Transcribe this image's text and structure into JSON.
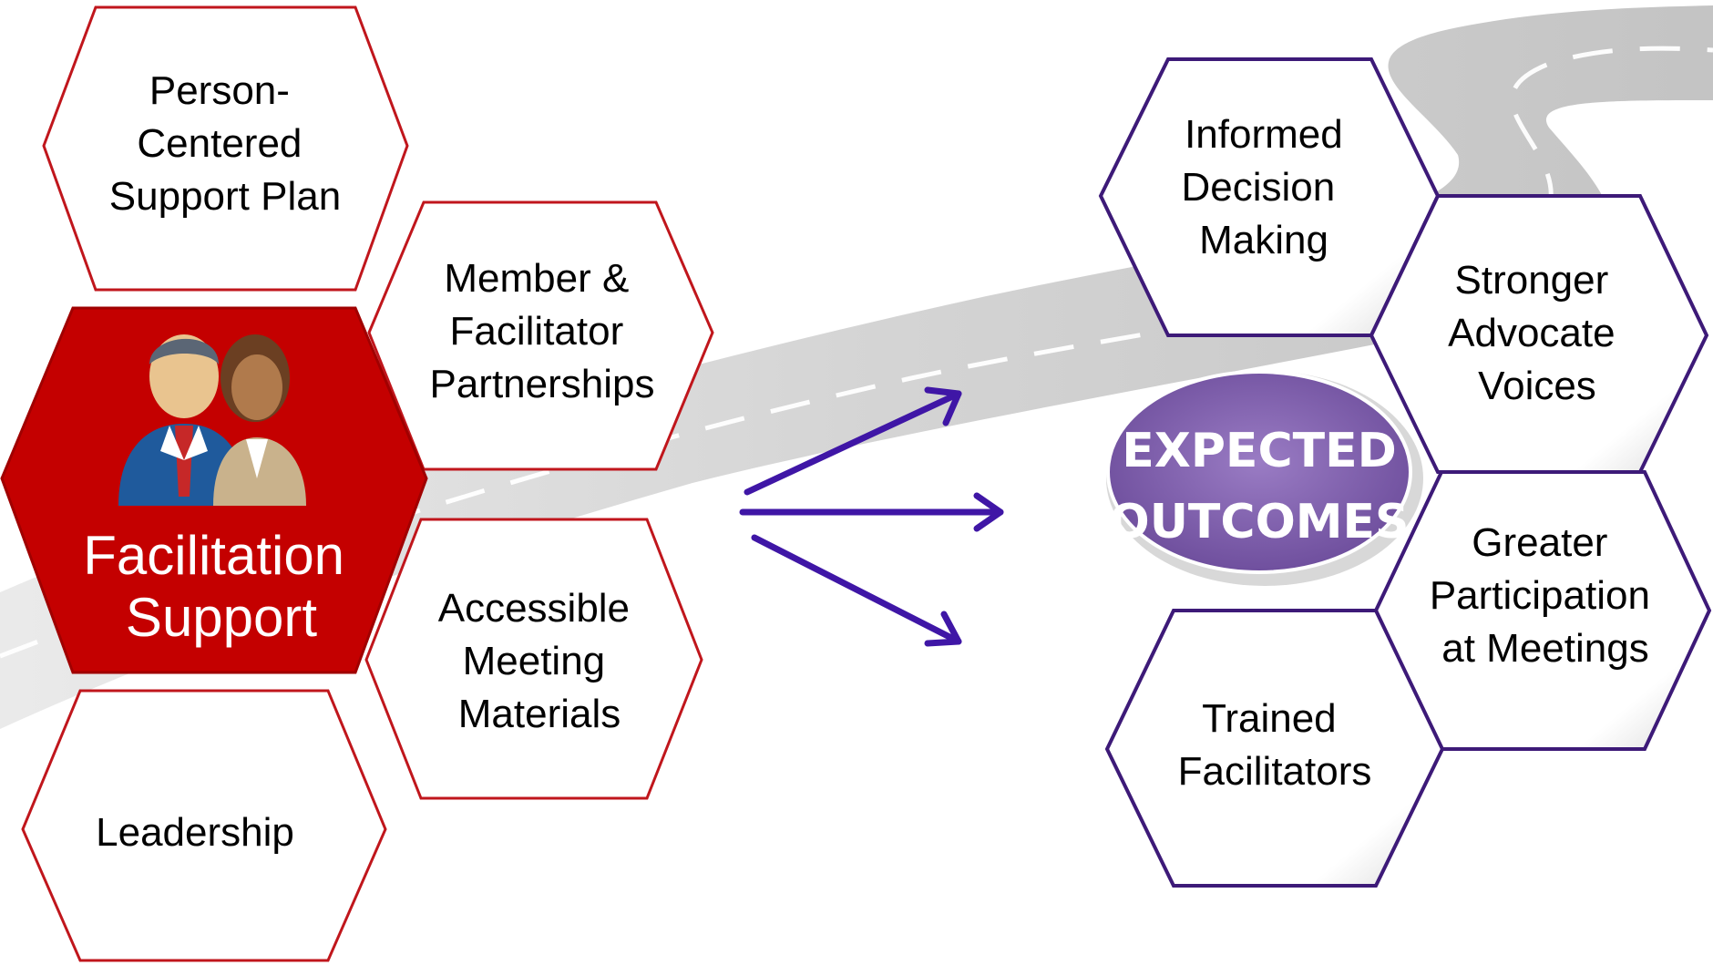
{
  "colors": {
    "input_stroke": "#c0161c",
    "input_fill": "#ffffff",
    "primary_fill": "#c40000",
    "primary_text": "#ffffff",
    "outcome_stroke": "#3d1a78",
    "outcome_fill": "#ffffff",
    "arrow": "#3f16a6",
    "badge_fill": "#7b5ba8",
    "road": "#d2d2d2",
    "road_dash": "#ffffff"
  },
  "inputs": {
    "person_centered_plan": [
      "Person-",
      "Centered",
      "Support Plan"
    ],
    "facilitation_support": [
      "Facilitation",
      "Support"
    ],
    "member_facilitator_partnerships": [
      "Member &",
      "Facilitator",
      "Partnerships"
    ],
    "accessible_materials": [
      "Accessible",
      "Meeting",
      "Materials"
    ],
    "leadership": [
      "Leadership"
    ]
  },
  "facilitation_icon": "people-icon",
  "arrows_icon": "arrow-right-icon",
  "badge": {
    "line1": "EXPECTED",
    "line2": "OUTCOMES"
  },
  "outcomes": {
    "informed_decision": [
      "Informed",
      "Decision",
      "Making"
    ],
    "stronger_voices": [
      "Stronger",
      "Advocate",
      "Voices"
    ],
    "greater_participation": [
      "Greater",
      "Participation",
      "at Meetings"
    ],
    "trained_facilitators": [
      "Trained",
      "Facilitators"
    ]
  }
}
